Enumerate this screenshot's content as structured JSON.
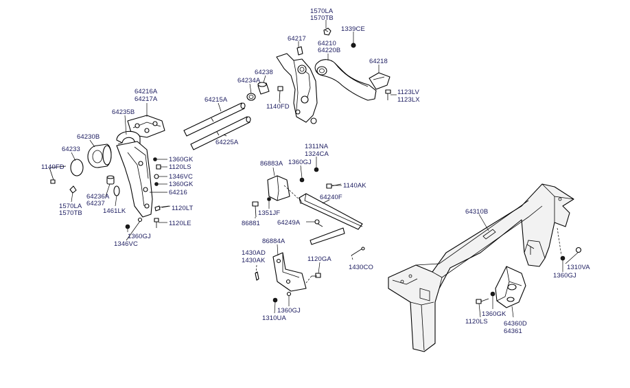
{
  "diagram": {
    "colors": {
      "line": "#000000",
      "label": "#1a1a5e",
      "background": "#ffffff"
    },
    "labels": [
      {
        "id": "L1",
        "text": "1570LA"
      },
      {
        "id": "L2",
        "text": "1570TB"
      },
      {
        "id": "L3",
        "text": "1339CE"
      },
      {
        "id": "L4",
        "text": "64217"
      },
      {
        "id": "L5",
        "text": "64210"
      },
      {
        "id": "L6",
        "text": "64220B"
      },
      {
        "id": "L7",
        "text": "64218"
      },
      {
        "id": "L8",
        "text": "64238"
      },
      {
        "id": "L9",
        "text": "64234A"
      },
      {
        "id": "L10",
        "text": "1123LV"
      },
      {
        "id": "L11",
        "text": "1123LX"
      },
      {
        "id": "L12",
        "text": "1140FD"
      },
      {
        "id": "L13",
        "text": "64215A"
      },
      {
        "id": "L14",
        "text": "64216A"
      },
      {
        "id": "L15",
        "text": "64217A"
      },
      {
        "id": "L16",
        "text": "64235B"
      },
      {
        "id": "L17",
        "text": "64225A"
      },
      {
        "id": "L18",
        "text": "64230B"
      },
      {
        "id": "L19",
        "text": "64233"
      },
      {
        "id": "L20",
        "text": "1140FD"
      },
      {
        "id": "L21",
        "text": "1360GK"
      },
      {
        "id": "L22",
        "text": "1120LS"
      },
      {
        "id": "L23",
        "text": "1346VC"
      },
      {
        "id": "L24",
        "text": "1360GK"
      },
      {
        "id": "L25",
        "text": "64216"
      },
      {
        "id": "L26",
        "text": "1311NA"
      },
      {
        "id": "L27",
        "text": "1324CA"
      },
      {
        "id": "L28",
        "text": "86883A"
      },
      {
        "id": "L29",
        "text": "1360GJ"
      },
      {
        "id": "L30",
        "text": "1140AK"
      },
      {
        "id": "L31",
        "text": "64236A"
      },
      {
        "id": "L32",
        "text": "64237"
      },
      {
        "id": "L33",
        "text": "1570LA"
      },
      {
        "id": "L34",
        "text": "1570TB"
      },
      {
        "id": "L35",
        "text": "1461LK"
      },
      {
        "id": "L36",
        "text": "1120LT"
      },
      {
        "id": "L37",
        "text": "64240F"
      },
      {
        "id": "L38",
        "text": "1351JF"
      },
      {
        "id": "L39",
        "text": "86881"
      },
      {
        "id": "L40",
        "text": "64249A"
      },
      {
        "id": "L41",
        "text": "1120LE"
      },
      {
        "id": "L42",
        "text": "1360GJ"
      },
      {
        "id": "L43",
        "text": "1346VC"
      },
      {
        "id": "L44",
        "text": "64310B"
      },
      {
        "id": "L45",
        "text": "86884A"
      },
      {
        "id": "L46",
        "text": "1430AD"
      },
      {
        "id": "L47",
        "text": "1430AK"
      },
      {
        "id": "L48",
        "text": "1120GA"
      },
      {
        "id": "L49",
        "text": "1430CO"
      },
      {
        "id": "L50",
        "text": "1310VA"
      },
      {
        "id": "L51",
        "text": "1360GJ"
      },
      {
        "id": "L52",
        "text": "1360GJ"
      },
      {
        "id": "L53",
        "text": "1310UA"
      },
      {
        "id": "L54",
        "text": "1360GK"
      },
      {
        "id": "L55",
        "text": "1120LS"
      },
      {
        "id": "L56",
        "text": "64360D"
      },
      {
        "id": "L57",
        "text": "64361"
      }
    ]
  }
}
